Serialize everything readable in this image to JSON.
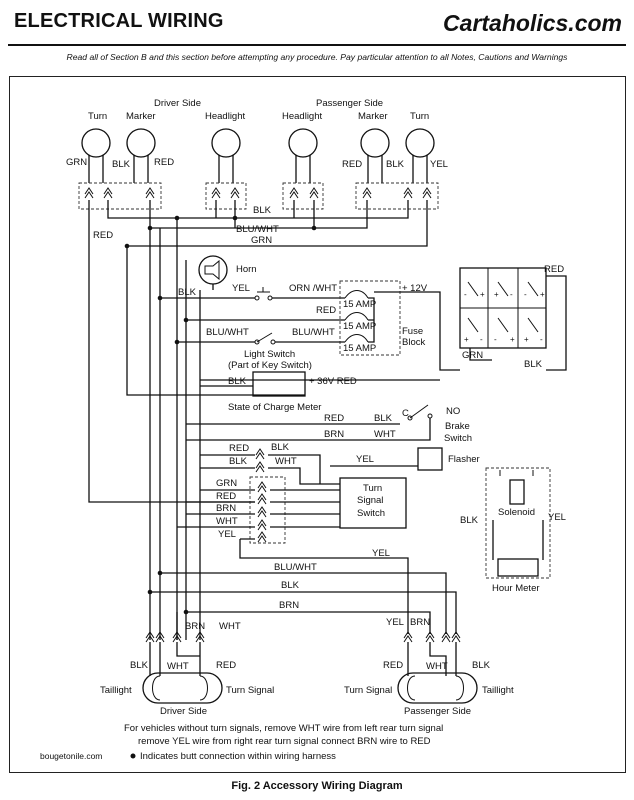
{
  "header": {
    "title": "ELECTRICAL WIRING",
    "brand": "Cartaholics.com",
    "notice": "Read all of Section B and this section before attempting any procedure. Pay particular attention to all Notes, Cautions and Warnings"
  },
  "front": {
    "driver_side": "Driver Side",
    "passenger_side": "Passenger Side",
    "turn": "Turn",
    "marker": "Marker",
    "headlight": "Headlight"
  },
  "wires": {
    "grn": "GRN",
    "blk": "BLK",
    "red": "RED",
    "yel": "YEL",
    "brn": "BRN",
    "wht": "WHT",
    "blu_wht": "BLU/WHT",
    "orn_wht": "ORN /WHT",
    "plus12": "+ 12V",
    "plus36": "+ 36V RED"
  },
  "components": {
    "horn": "Horn",
    "fuse_amp": "15 AMP",
    "fuse_block_1": "Fuse",
    "fuse_block_2": "Block",
    "light_switch_1": "Light Switch",
    "light_switch_2": "(Part of Key Switch)",
    "charge_meter": "State of Charge Meter",
    "brake_c": "C",
    "brake_no": "NO",
    "brake_switch_1": "Brake",
    "brake_switch_2": "Switch",
    "flasher": "Flasher",
    "turn_switch_1": "Turn",
    "turn_switch_2": "Signal",
    "turn_switch_3": "Switch",
    "solenoid": "Solenoid",
    "hour_meter": "Hour Meter"
  },
  "rear": {
    "taillight": "Taillight",
    "turn_signal": "Turn Signal",
    "driver_side": "Driver Side",
    "passenger_side": "Passenger Side"
  },
  "notes": {
    "line1": "For vehicles without turn signals, remove WHT wire from left rear turn signal",
    "line2": "remove YEL wire from right rear turn signal connect BRN wire to RED",
    "legend": "Indicates butt connection within wiring harness",
    "watermark": "bougetonile.com"
  },
  "caption": "Fig. 2  Accessory Wiring Diagram"
}
